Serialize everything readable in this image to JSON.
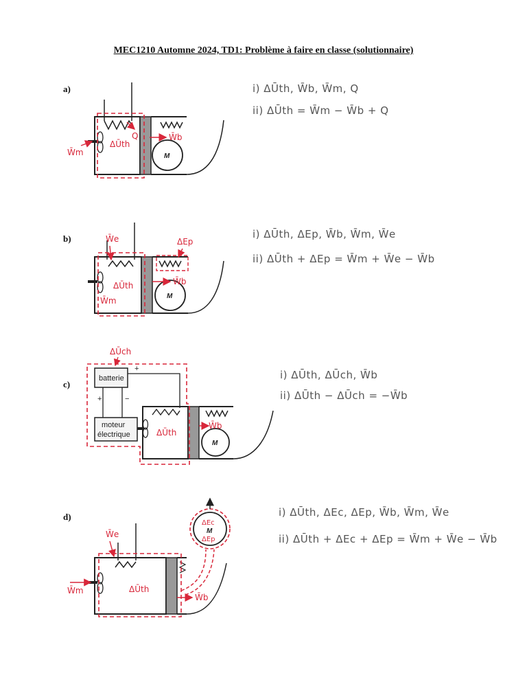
{
  "header": {
    "title": "MEC1210 Automne 2024, TD1: Problème à faire en classe (solutionnaire)"
  },
  "parts": [
    {
      "label": "a)",
      "line1": "i) ΔŪth, W̄b, W̄m, Q",
      "line2": "ii) ΔŪth = W̄m − W̄b + Q",
      "fig": {
        "sym_wm": "W̄m",
        "sym_du": "ΔŪth",
        "sym_q": "Q",
        "sym_wb": "W̄b",
        "mass": "M"
      }
    },
    {
      "label": "b)",
      "line1": "i) ΔŪth, ΔEp, W̄b, W̄m, W̄e",
      "line2": "ii) ΔŪth + ΔEp = W̄m + W̄e − W̄b",
      "fig": {
        "sym_we": "W̄e",
        "sym_dep": "ΔEp",
        "sym_du": "ΔŪth",
        "sym_wm": "W̄m",
        "sym_wb": "W̄b",
        "mass": "M"
      }
    },
    {
      "label": "c)",
      "line1": "i) ΔŪth, ΔŪch, W̄b",
      "line2": "ii) ΔŪth − ΔŪch = −W̄b",
      "fig": {
        "sym_duch": "ΔŪch",
        "battery": "batterie",
        "motor_l1": "moteur",
        "motor_l2": "électrique",
        "plus_top": "+",
        "plus": "+",
        "minus": "−",
        "sym_du": "ΔŪth",
        "sym_wb": "W̄b",
        "mass": "M"
      }
    },
    {
      "label": "d)",
      "line1": "i) ΔŪth, ΔEc, ΔEp, W̄b, W̄m, W̄e",
      "line2": "ii) ΔŪth + ΔEc + ΔEp = W̄m + W̄e − W̄b",
      "fig": {
        "sym_we": "W̄e",
        "sym_wm": "W̄m",
        "sym_du": "ΔŪth",
        "sym_wb": "W̄b",
        "sym_dec": "ΔEc",
        "sym_dep": "ΔEp",
        "mass": "M"
      }
    }
  ]
}
